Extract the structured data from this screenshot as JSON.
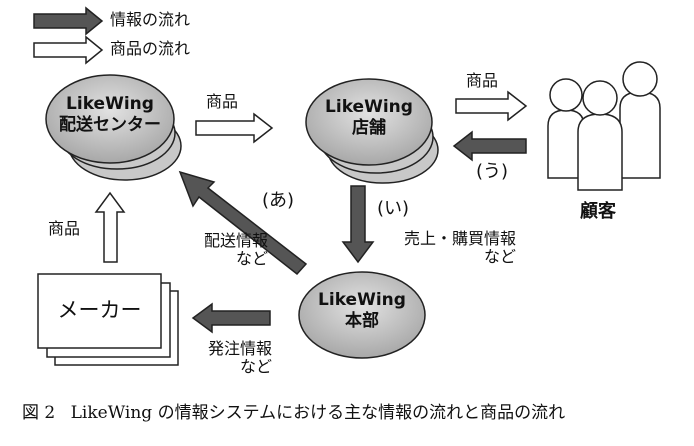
{
  "legend": {
    "info_flow": "情報の流れ",
    "goods_flow": "商品の流れ"
  },
  "nodes": {
    "distribution_center": {
      "line1": "LikeWing",
      "line2": "配送センター"
    },
    "store": {
      "line1": "LikeWing",
      "line2": "店舗"
    },
    "headquarters": {
      "line1": "LikeWing",
      "line2": "本部"
    },
    "maker": "メーカー",
    "customers": "顧客"
  },
  "edges": {
    "dc_to_store": "商品",
    "store_to_customer": "商品",
    "customer_to_store_tag": "(う)",
    "hq_to_dc_tag": "(あ)",
    "hq_to_dc_line1": "配送情報",
    "hq_to_dc_line2": "など",
    "store_to_hq_tag": "(い)",
    "store_to_hq_line1": "売上・購買情報",
    "store_to_hq_line2": "など",
    "hq_to_maker_line1": "発注情報",
    "hq_to_maker_line2": "など",
    "maker_to_dc": "商品"
  },
  "caption": {
    "figure_no": "図 2",
    "text": "LikeWing の情報システムにおける主な情報の流れと商品の流れ"
  },
  "colors": {
    "ellipse_fill": "#c6c6c6",
    "info_arrow_fill": "#555555",
    "goods_arrow_fill": "#ffffff",
    "outline": "#222222"
  }
}
